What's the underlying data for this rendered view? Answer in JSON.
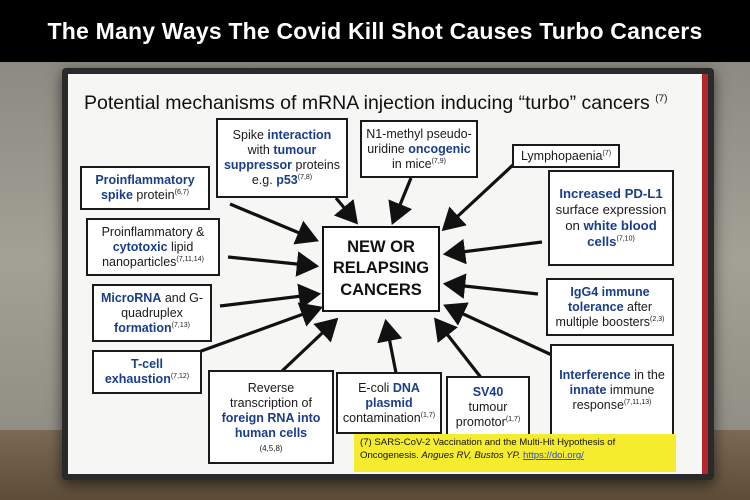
{
  "banner": {
    "title": "The Many Ways The Covid Kill Shot Causes Turbo Cancers"
  },
  "slide": {
    "title": "Potential mechanisms of mRNA injection inducing “turbo” cancers",
    "title_ref": "(7)",
    "center": [
      "NEW OR",
      "RELAPSING",
      "CANCERS"
    ],
    "boxes": {
      "spike_interaction": {
        "a": "Spike ",
        "b1": "interaction",
        "c": " with ",
        "b2": "tumour suppressor",
        "d": " proteins e.g. ",
        "b3": "p53",
        "ref": "(7,8)"
      },
      "n1_methyl": {
        "a": "N1-methyl pseudo-uridine ",
        "b": "oncogenic",
        "c": " in mice",
        "ref": "(7,9)"
      },
      "lymphopaenia": {
        "a": "Lymphopaenia",
        "ref": "(7)"
      },
      "proinflammatory_spike": {
        "b": "Proinflammatory spike",
        "a": " protein",
        "ref": "(6,7)"
      },
      "pdl1": {
        "b1": "Increased PD-L1",
        "a": " surface expression on ",
        "b2": "white blood cells",
        "ref": "(7,10)"
      },
      "lipid": {
        "a": "Proinflammatory & ",
        "b": "cytotoxic",
        "c": " lipid nanoparticles",
        "ref": "(7,11,14)"
      },
      "igg4": {
        "b": "IgG4 immune tolerance",
        "a": " after multiple boosters",
        "ref": "(2,3)"
      },
      "microrna": {
        "b1": "MicroRNA",
        "a": " and G-quadruplex ",
        "b2": "formation",
        "ref": "(7,13)"
      },
      "tcell": {
        "b": "T-cell exhaustion",
        "ref": "(7,12)"
      },
      "reverse": {
        "a": "Reverse transcription of ",
        "b": "foreign RNA into human cells",
        "ref": "(4,5,8)"
      },
      "ecoli": {
        "a": "E-coli ",
        "b": "DNA plasmid",
        "c": " contamination",
        "ref": "(1,7)"
      },
      "sv40": {
        "b": "SV40",
        "a": " tumour promotor",
        "ref": "(1,7)"
      },
      "interference": {
        "b1": "Interference",
        "a": " in the ",
        "b2": "innate",
        "c": " immune response",
        "ref": "(7,11,13)"
      }
    },
    "citation": {
      "line1": "(7) SARS-CoV-2 Vaccination and the Multi-Hit Hypothesis of",
      "line2a": "Oncogenesis. ",
      "line2b": "Angues RV, Bustos YP.",
      "link": "https://doi.org/"
    }
  },
  "colors": {
    "keyword_blue": "#1a3e8a",
    "citation_bg": "#f5ec2e",
    "slide_edge": "#b3262b"
  }
}
